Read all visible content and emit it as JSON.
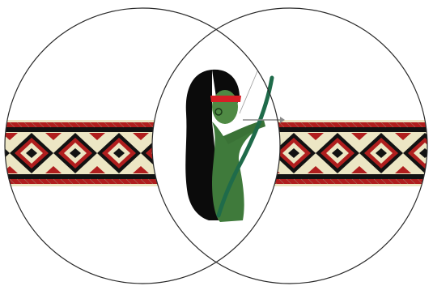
{
  "figure": {
    "colors": {
      "background": "#ffffff",
      "circle_stroke": "#2a2a2a",
      "band_cream": "#ece6c4",
      "band_black": "#121212",
      "band_red": "#b01e1e",
      "figure_skin": "#3f7a3b",
      "figure_hair": "#0b0b0b",
      "headband": "#d61f26",
      "bow": "#1f6b4a",
      "arrow": "#8a8a8a"
    },
    "icons": {
      "left_circle": "circle-outline",
      "right_circle": "circle-outline",
      "woven_band": "taniko-weave-pattern",
      "archer": "archer-figure-illustration"
    }
  }
}
